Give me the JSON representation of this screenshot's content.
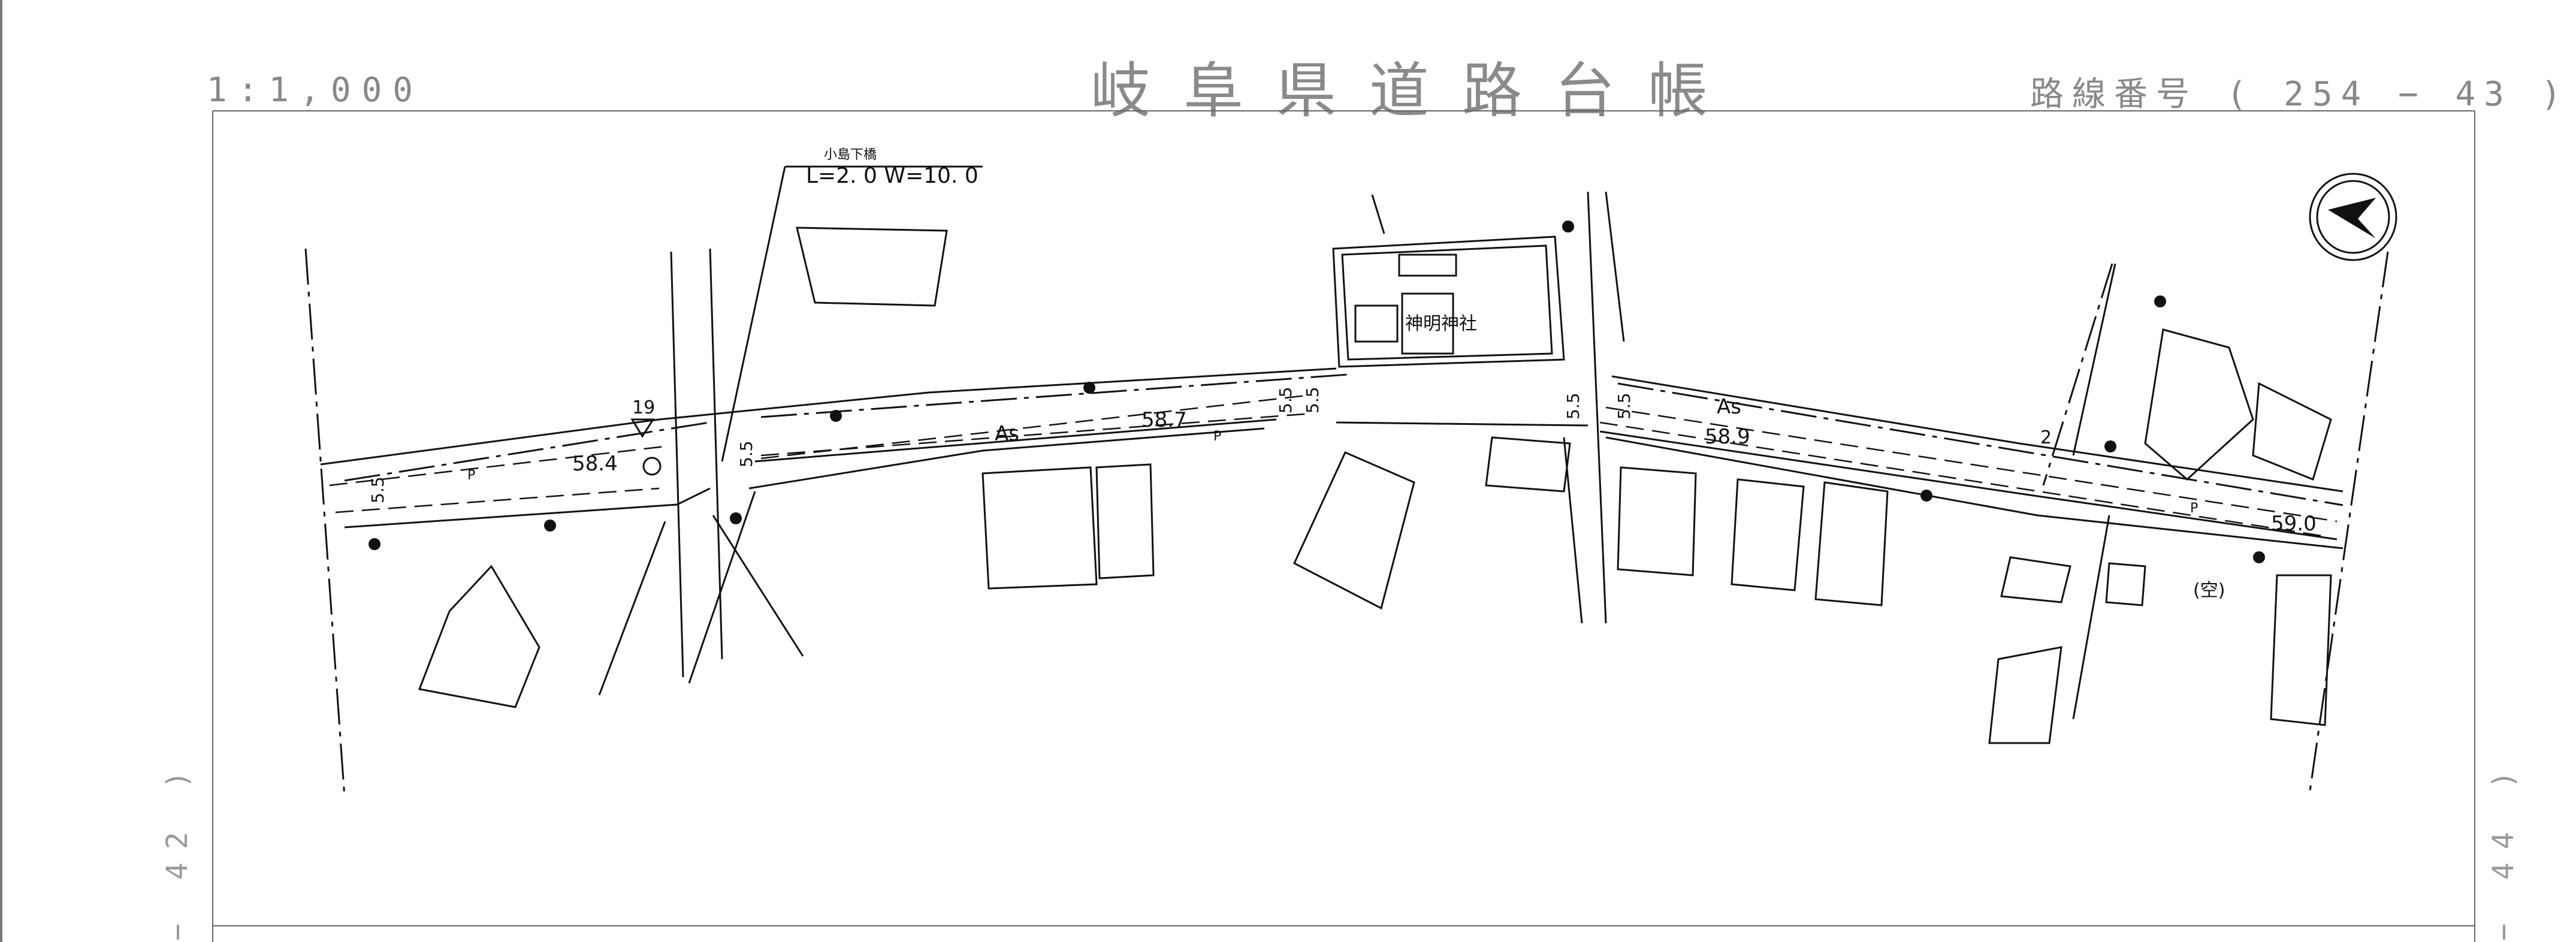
{
  "header": {
    "title": "岐阜県道路台帳",
    "scale": "1:1,000",
    "route_label": "路線番号",
    "route_open": "(",
    "route_number": "254 − 43",
    "route_close": ")"
  },
  "sheet_refs": {
    "left": "− 42 )",
    "right": "− 44 )"
  },
  "bridge": {
    "name": "小島下橋",
    "dims": "L=2. 0  W=10. 0"
  },
  "shrine": {
    "name": "神明神社"
  },
  "benchmark": {
    "number": "19"
  },
  "elevations": [
    "58.4",
    "58.7",
    "58.9",
    "59.0"
  ],
  "pavement": [
    "As",
    "As"
  ],
  "widths": [
    "5.5",
    "5.5",
    "5.5",
    "5.5",
    "5.5",
    "5.5"
  ],
  "labels": {
    "vacant": "(空)",
    "two": "2",
    "p": "P"
  },
  "icons": {
    "north_arrow": "north-arrow-icon"
  },
  "colors": {
    "line": "#111111",
    "frame": "#666666"
  }
}
